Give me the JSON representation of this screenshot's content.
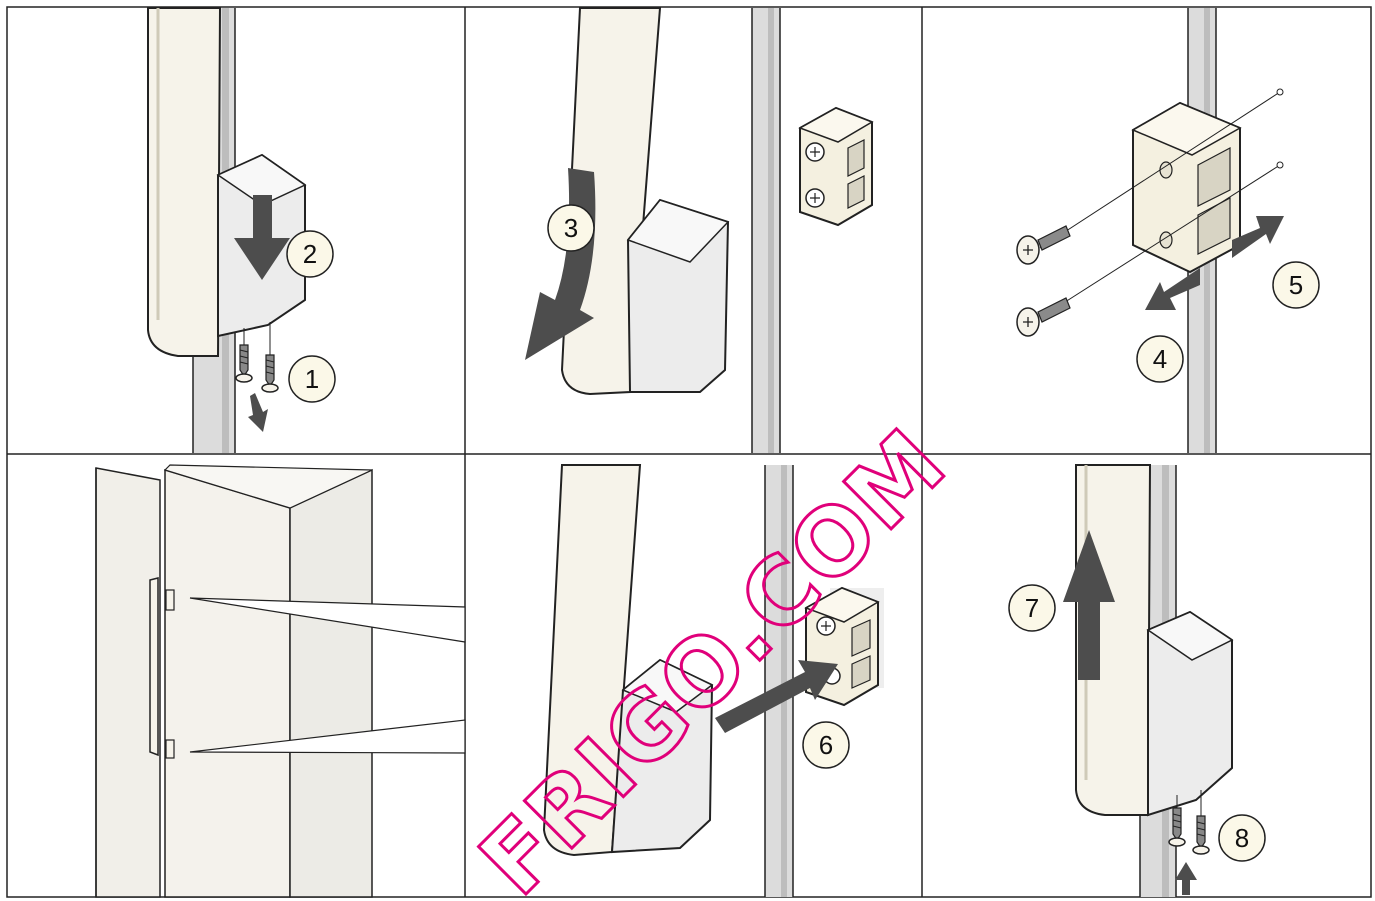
{
  "steps": [
    {
      "number": "1"
    },
    {
      "number": "2"
    },
    {
      "number": "3"
    },
    {
      "number": "4"
    },
    {
      "number": "5"
    },
    {
      "number": "6"
    },
    {
      "number": "7"
    },
    {
      "number": "8"
    }
  ],
  "watermark": {
    "text": "FRIGO.COM",
    "color": "#e0007a"
  },
  "colors": {
    "handle": "#f6f3ea",
    "block": "#e9e9e9",
    "arrow": "#4d4d4d",
    "badge": "#fbf8e8",
    "rail": "#dadada",
    "grid": "#222222"
  }
}
